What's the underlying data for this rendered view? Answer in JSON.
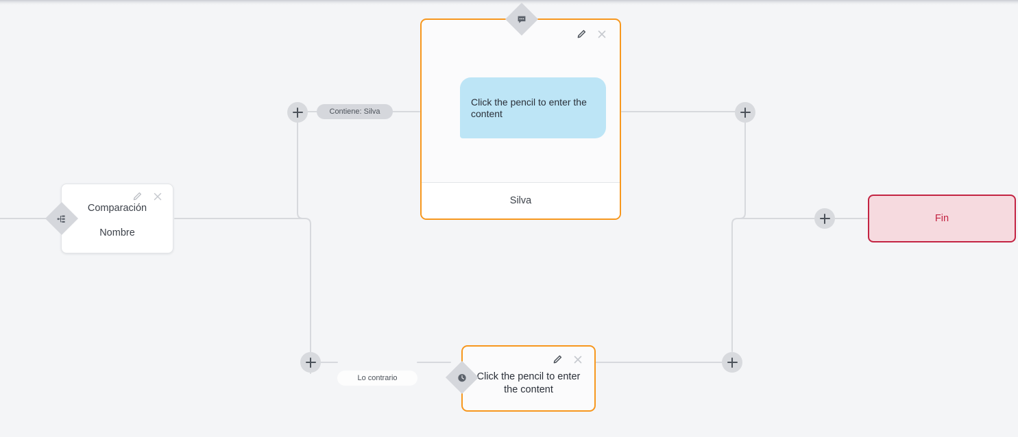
{
  "canvas": {
    "background_color": "#f4f5f7",
    "accent_orange": "#f7971d",
    "bubble_blue": "#bde5f6",
    "end_red": "#c32342",
    "end_red_fill": "#f6dadf",
    "handle_grey": "#d5d7dc"
  },
  "nodes": {
    "comparison": {
      "title": "Comparación",
      "subtitle": "Nombre",
      "edit_icon": "pencil-icon",
      "close_icon": "close-icon",
      "handle_icon": "hierarchy-icon"
    },
    "message_top": {
      "bubble_text": "Click the pencil to enter the content",
      "footer_label": "Silva",
      "edit_icon": "pencil-icon",
      "close_icon": "close-icon",
      "handle_icon": "chat-bubble-icon"
    },
    "message_bottom": {
      "text": "Click the pencil to enter the content",
      "edit_icon": "pencil-icon",
      "close_icon": "close-icon",
      "handle_icon": "clock-icon"
    },
    "end": {
      "label": "Fin"
    }
  },
  "edge_labels": {
    "contains_silva": "Contiene: Silva",
    "otherwise": "Lo contrario"
  },
  "add_buttons": {
    "label": "+",
    "top_left": "add-node-top-left",
    "top_right": "add-node-top-right",
    "bottom_left": "add-node-bottom-left",
    "bottom_right": "add-node-bottom-right",
    "end": "add-node-before-end"
  }
}
